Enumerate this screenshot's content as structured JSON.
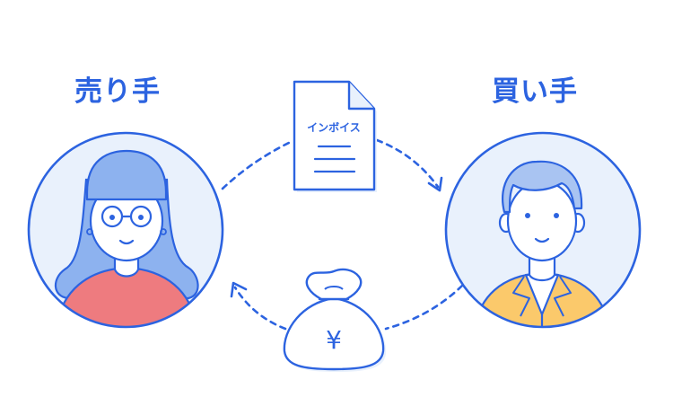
{
  "seller": {
    "label": "売り手"
  },
  "buyer": {
    "label": "買い手"
  },
  "invoice": {
    "label": "インボイス"
  },
  "money": {
    "symbol": "¥"
  },
  "colors": {
    "stroke": "#2c63e0",
    "circle_fill": "#e9f1fc",
    "hair": "#8db2ef",
    "skin": "#ffffff",
    "seller_shirt": "#ee7b7f",
    "buyer_jacket": "#fbc96b",
    "buyer_hair": "#a9c4f2"
  },
  "icons": [
    "invoice-document-icon",
    "money-bag-icon",
    "arrow-to-buyer",
    "arrow-to-seller"
  ]
}
